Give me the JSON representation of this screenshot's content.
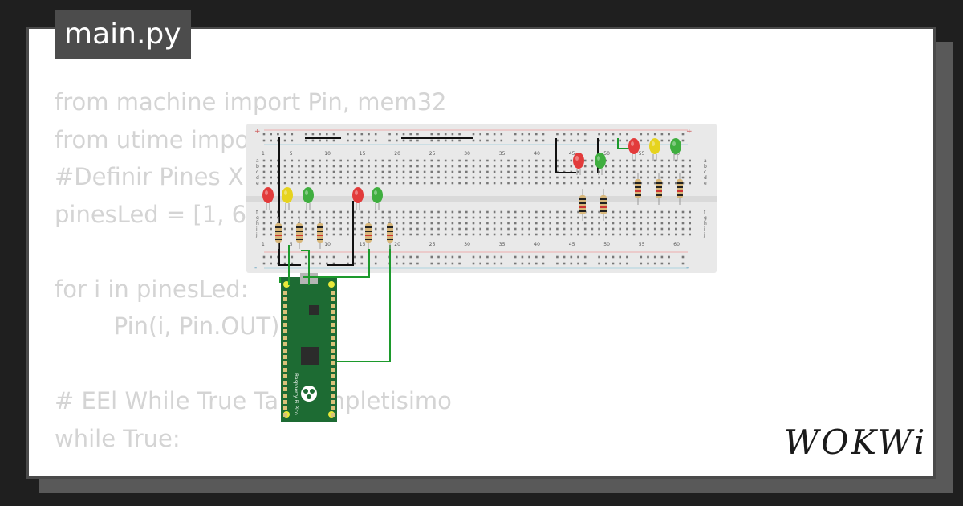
{
  "file_tab": {
    "title": "main.py"
  },
  "code_lines": [
    "from machine import Pin, mem32",
    "from utime import",
    "#Definir Pines X",
    "pinesLed = [1, 6,",
    "",
    "for i in pinesLed:",
    "        Pin(i, Pin.OUT)",
    "",
    "# EEl While True Ta    ompletisimo",
    "while True:"
  ],
  "breadboard": {
    "column_labels": [
      "1",
      "5",
      "10",
      "15",
      "20",
      "25",
      "30",
      "35",
      "40",
      "45",
      "50",
      "55",
      "60"
    ],
    "row_labels_top": [
      "a",
      "b",
      "c",
      "d",
      "e"
    ],
    "row_labels_bottom": [
      "f",
      "g",
      "h",
      "i",
      "j"
    ],
    "rail_plus": "+",
    "rail_minus": "-"
  },
  "leds": [
    {
      "color": "#e23b3b"
    },
    {
      "color": "#e6d31f"
    },
    {
      "color": "#3fae3f"
    },
    {
      "color": "#e23b3b"
    },
    {
      "color": "#3fae3f"
    },
    {
      "color": "#e23b3b"
    },
    {
      "color": "#3fae3f"
    },
    {
      "color": "#e23b3b"
    },
    {
      "color": "#e6d31f"
    },
    {
      "color": "#3fae3f"
    }
  ],
  "pico_label": "Raspberry Pi Pico",
  "brand": {
    "logo_text": "WOKWi"
  },
  "colors": {
    "wire_green": "#1c9a2c",
    "wire_black": "#111111",
    "board_green": "#1d6b33"
  }
}
